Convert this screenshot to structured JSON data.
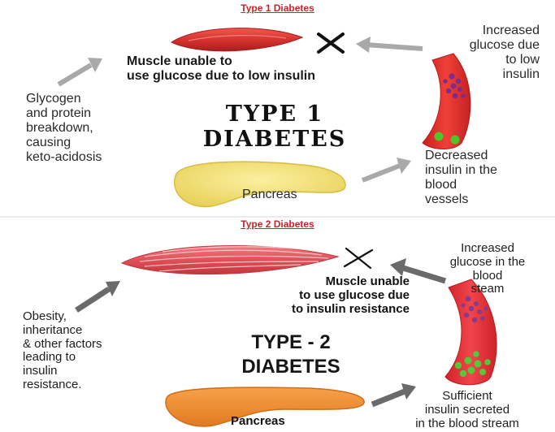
{
  "type1": {
    "heading": "Type 1 Diabetes",
    "title": "TYPE 1\nDIABETES",
    "muscle_label": "Muscle unable to\nuse glucose due to low insulin",
    "glucose_label": "Increased\nglucose due\nto low\ninsulin",
    "breakdown_label": "Glycogen\nand protein\nbreakdown,\ncausing\nketo-acidosis",
    "insulin_label": "Decreased\ninsulin in the\nblood\nvessels",
    "pancreas_label": "Pancreas",
    "colors": {
      "muscle": "#d8322f",
      "vessel": "#e0302b",
      "glucose": "#7b2d8e",
      "insulin": "#4fc52a",
      "pancreas": "#f2e07a",
      "arrow": "#a9a9a9"
    }
  },
  "type2": {
    "heading": "Type 2 Diabetes",
    "title": "TYPE - 2\nDIABETES",
    "muscle_label": "Muscle unable\nto use glucose due\nto insulin resistance",
    "glucose_label": "Increased\nglucose in the\nblood\nsteam",
    "factors_label": "Obesity,\ninheritance\n& other factors\nleading to\ninsulin\nresistance.",
    "insulin_label": "Sufficient\ninsulin secreted\nin the blood stream",
    "pancreas_label": "Pancreas",
    "colors": {
      "muscle": "#e0505a",
      "vessel": "#e8323a",
      "glucose": "#8a3a8a",
      "insulin": "#56c73a",
      "pancreas": "#ee8a2c",
      "arrow": "#6a6a6a"
    }
  },
  "icons": [
    "cross-icon",
    "arrow-icon",
    "muscle-icon",
    "blood-vessel-icon",
    "pancreas-icon"
  ]
}
